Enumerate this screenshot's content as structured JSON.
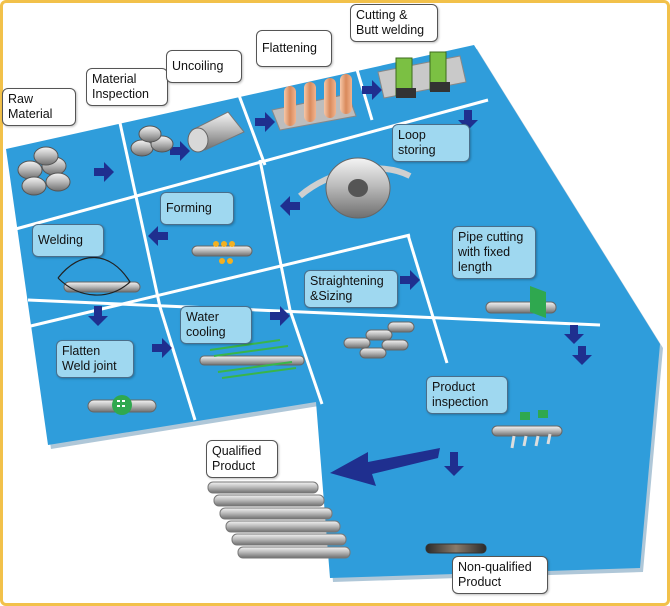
{
  "steps": {
    "raw_material": "Raw\nMaterial",
    "material_inspection": "Material\nInspection",
    "uncoiling": "Uncoiling",
    "flattening": "Flattening",
    "cutting_butt_welding": "Cutting &\nButt welding",
    "loop_storing": "Loop\nstoring",
    "forming": "Forming",
    "welding": "Welding",
    "water_cooling": "Water\ncooling",
    "straightening_sizing": "Straightening\n&Sizing",
    "pipe_cutting": "Pipe cutting\nwith fixed\nlength",
    "flatten_weld_joint": "Flatten\nWeld joint",
    "product_inspection": "Product\ninspection",
    "qualified_product": "Qualified\nProduct",
    "non_qualified_product": "Non-qualified\nProduct"
  },
  "colors": {
    "board": "#2f9ddb",
    "grid_line": "#ffffff",
    "arrow": "#1f2f8f",
    "label_blue": "#9fd8f0",
    "frame": "#f2c14a"
  }
}
